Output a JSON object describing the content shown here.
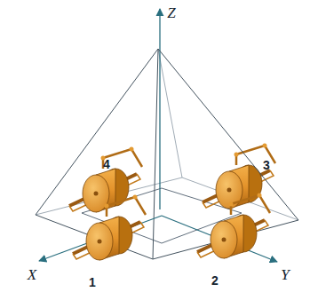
{
  "diagram": {
    "labels": [
      "Z",
      "X",
      "Y",
      "1",
      "2",
      "3",
      "4"
    ]
  }
}
